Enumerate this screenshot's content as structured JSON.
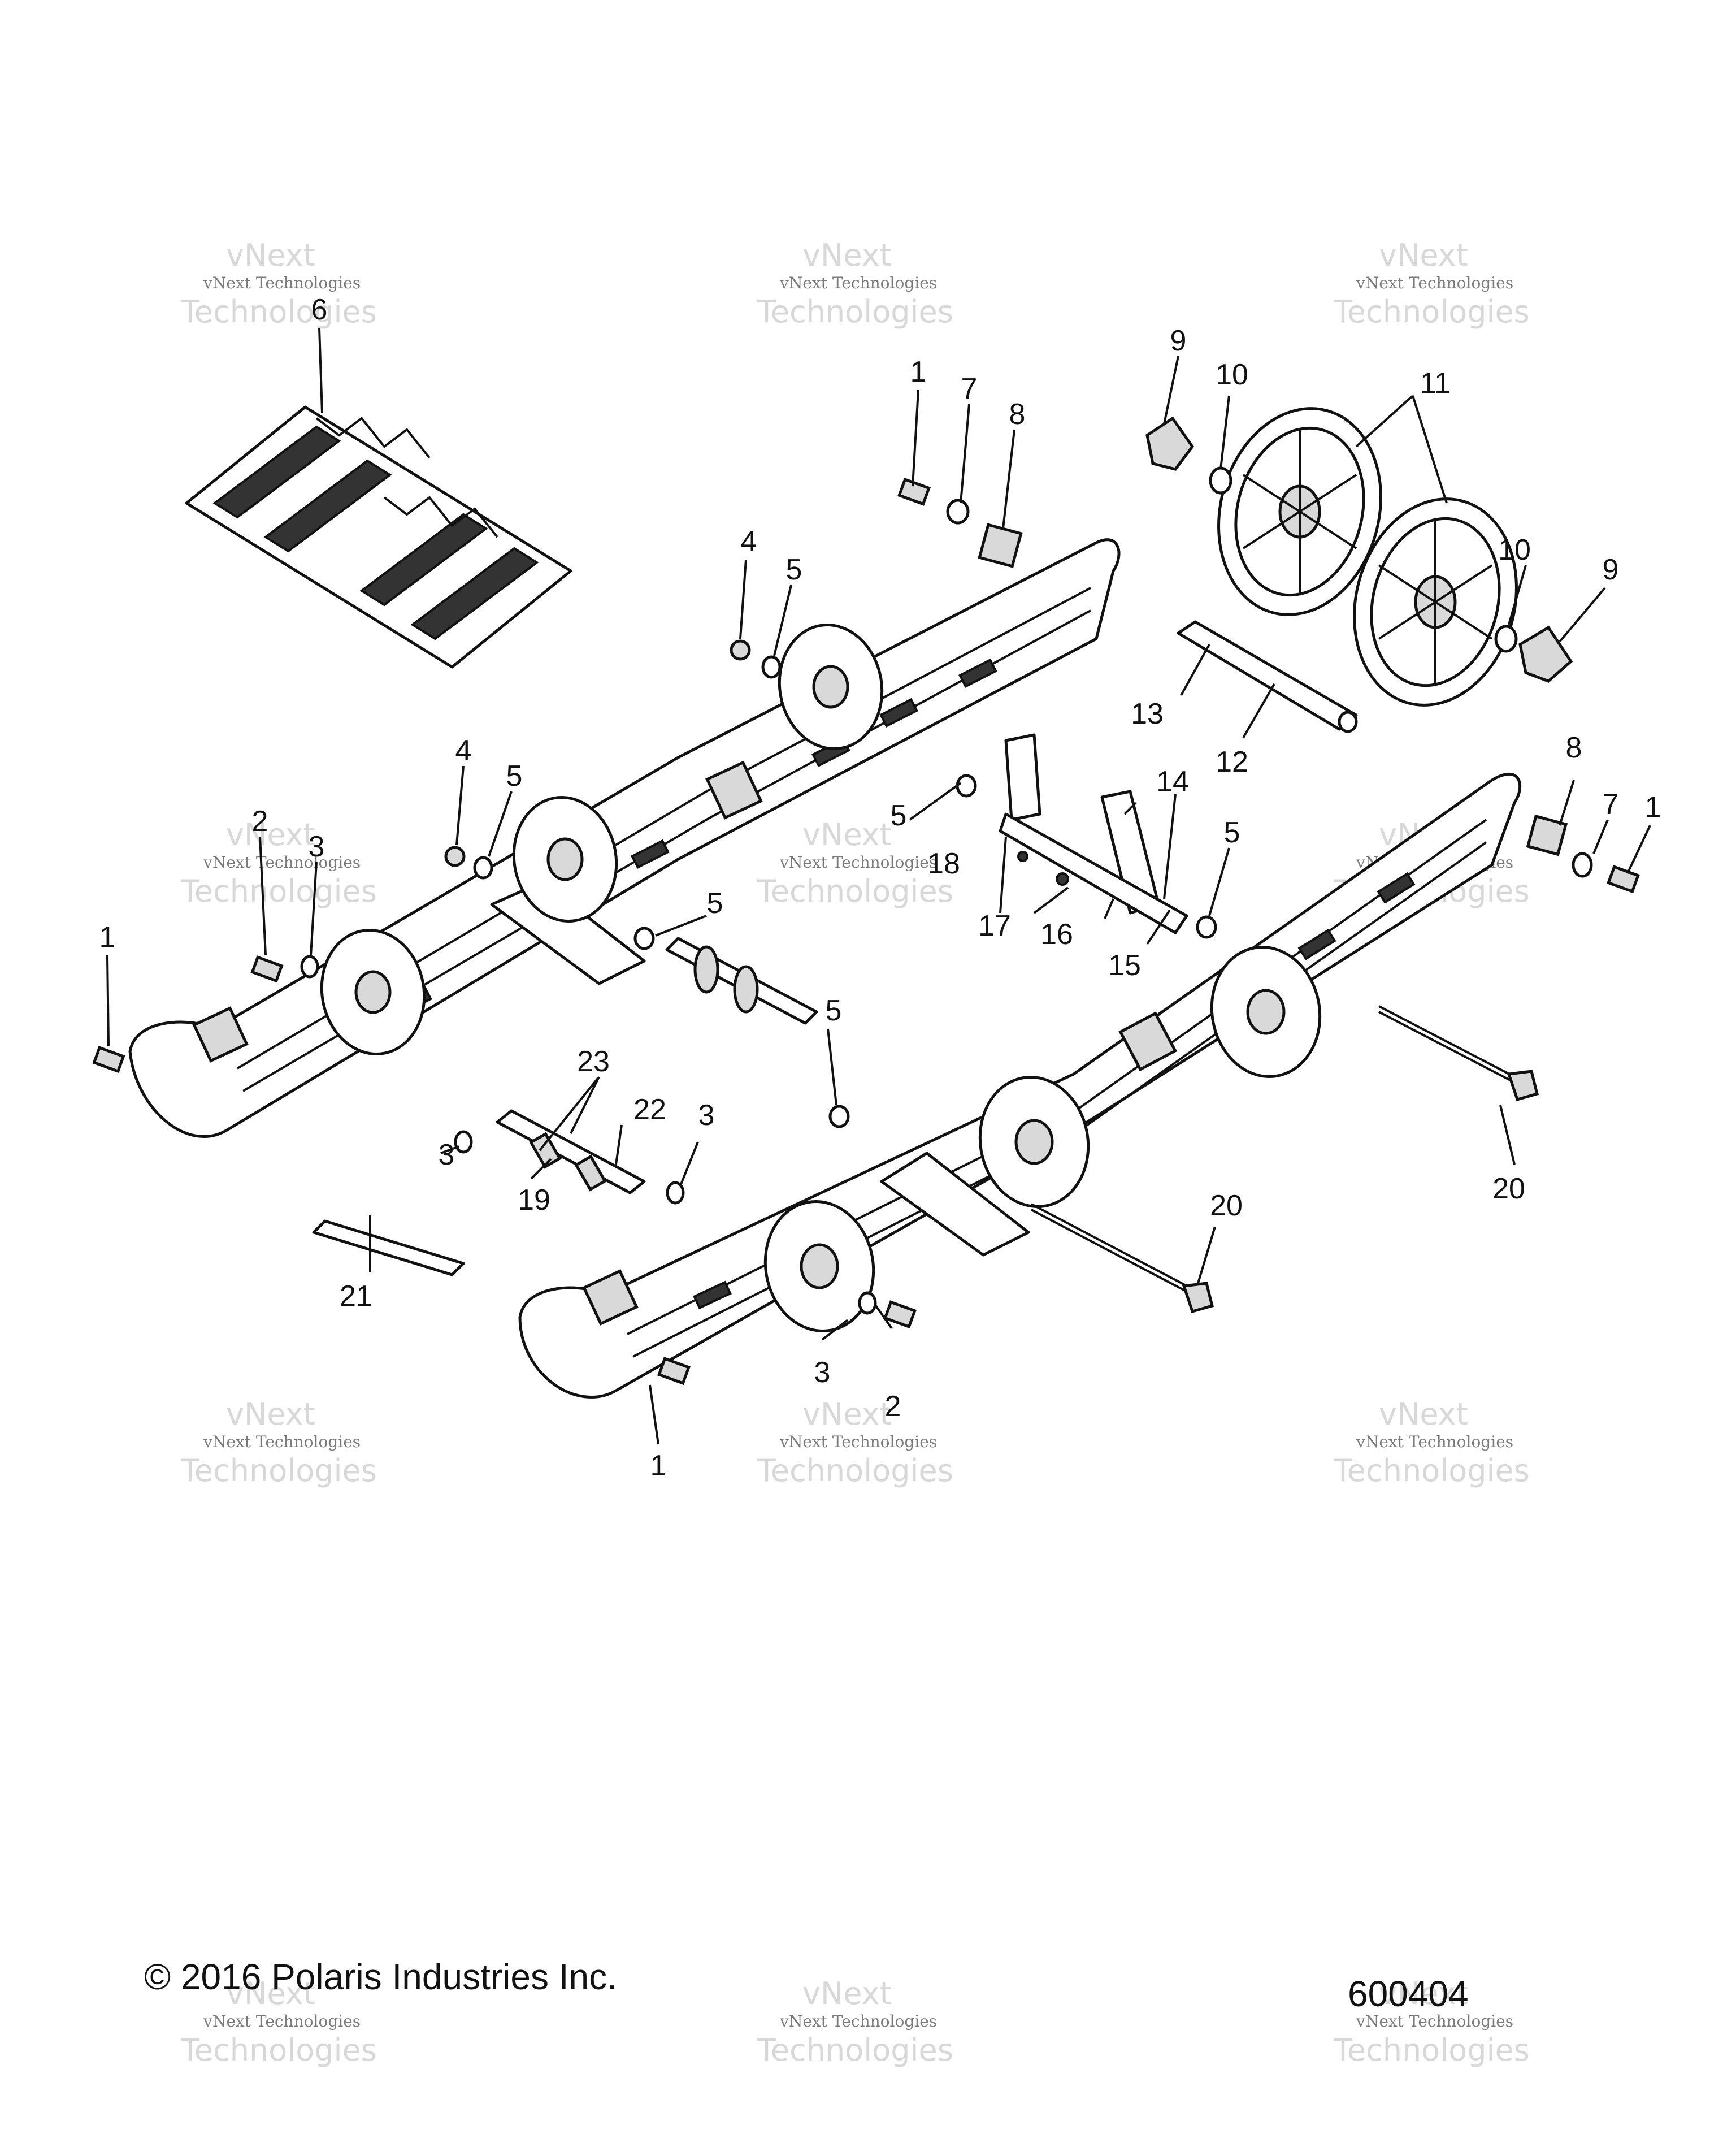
{
  "diagram": {
    "callouts": {
      "c1a": "1",
      "c1b": "1",
      "c1c": "1",
      "c1d": "1",
      "c2a": "2",
      "c2b": "2",
      "c3a": "3",
      "c3b": "3",
      "c3c": "3",
      "c3d": "3",
      "c4a": "4",
      "c4b": "4",
      "c5a": "5",
      "c5b": "5",
      "c5c": "5",
      "c5d": "5",
      "c5e": "5",
      "c5f": "5",
      "c6": "6",
      "c7a": "7",
      "c7b": "7",
      "c8a": "8",
      "c8b": "8",
      "c9a": "9",
      "c9b": "9",
      "c10a": "10",
      "c10b": "10",
      "c11": "11",
      "c12": "12",
      "c13": "13",
      "c14": "14",
      "c15": "15",
      "c16": "16",
      "c17": "17",
      "c18": "18",
      "c19": "19",
      "c20a": "20",
      "c20b": "20",
      "c21": "21",
      "c22": "22",
      "c23": "23"
    },
    "watermark": {
      "line1": "vNext",
      "line2": "vNext Technologies",
      "line3": "Technologies"
    },
    "colors": {
      "ink": "#111111",
      "watermark": "#d8d8d8"
    }
  },
  "footer": {
    "copyright": "© 2016 Polaris Industries Inc.",
    "drawing_number": "600404"
  }
}
